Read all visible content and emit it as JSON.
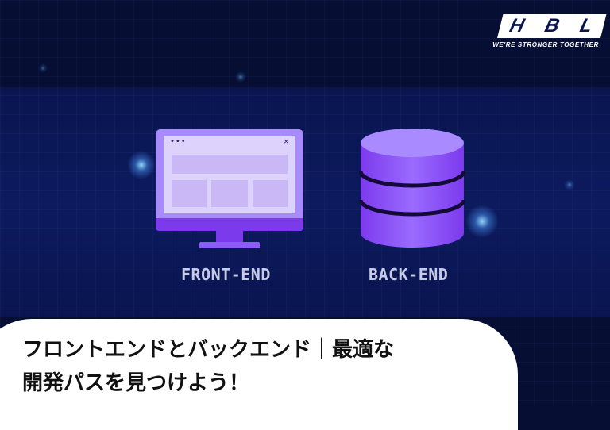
{
  "logo": {
    "letters": [
      "H",
      "B",
      "L"
    ],
    "tagline": "WE'RE STRONGER TOGETHER"
  },
  "illustration": {
    "frontend_label": "FRONT-END",
    "backend_label": "BACK-END",
    "monitor_icon": "monitor-icon",
    "database_icon": "database-icon",
    "window_dots": "•••",
    "window_close": "×"
  },
  "title": {
    "line1": "フロントエンドとバックエンド｜最適な",
    "line2": "開発パスを見つけよう！"
  },
  "colors": {
    "background": "#060e33",
    "accent_purple": "#8b5cf6",
    "light_purple": "#ddd2fb",
    "text_dark": "#111111"
  }
}
